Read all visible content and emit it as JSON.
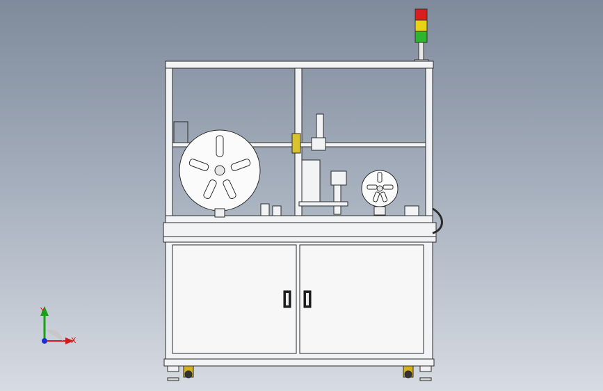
{
  "viewport": {
    "background_top": "#7f8a9b",
    "background_bottom": "#d7dbe2"
  },
  "triad": {
    "x_label": "X",
    "y_label": "Y",
    "x_color": "#d11a1a",
    "y_color": "#16a316",
    "z_color": "#1c2fd6"
  },
  "signal_tower": {
    "lights": [
      "red",
      "yellow",
      "green"
    ],
    "colors": [
      "#d81e1e",
      "#e8d417",
      "#2db52d"
    ]
  },
  "machine": {
    "frame_color": "#f2f3f4",
    "line_color": "#2b2b2b",
    "door_handles": 2,
    "reels": 2
  }
}
